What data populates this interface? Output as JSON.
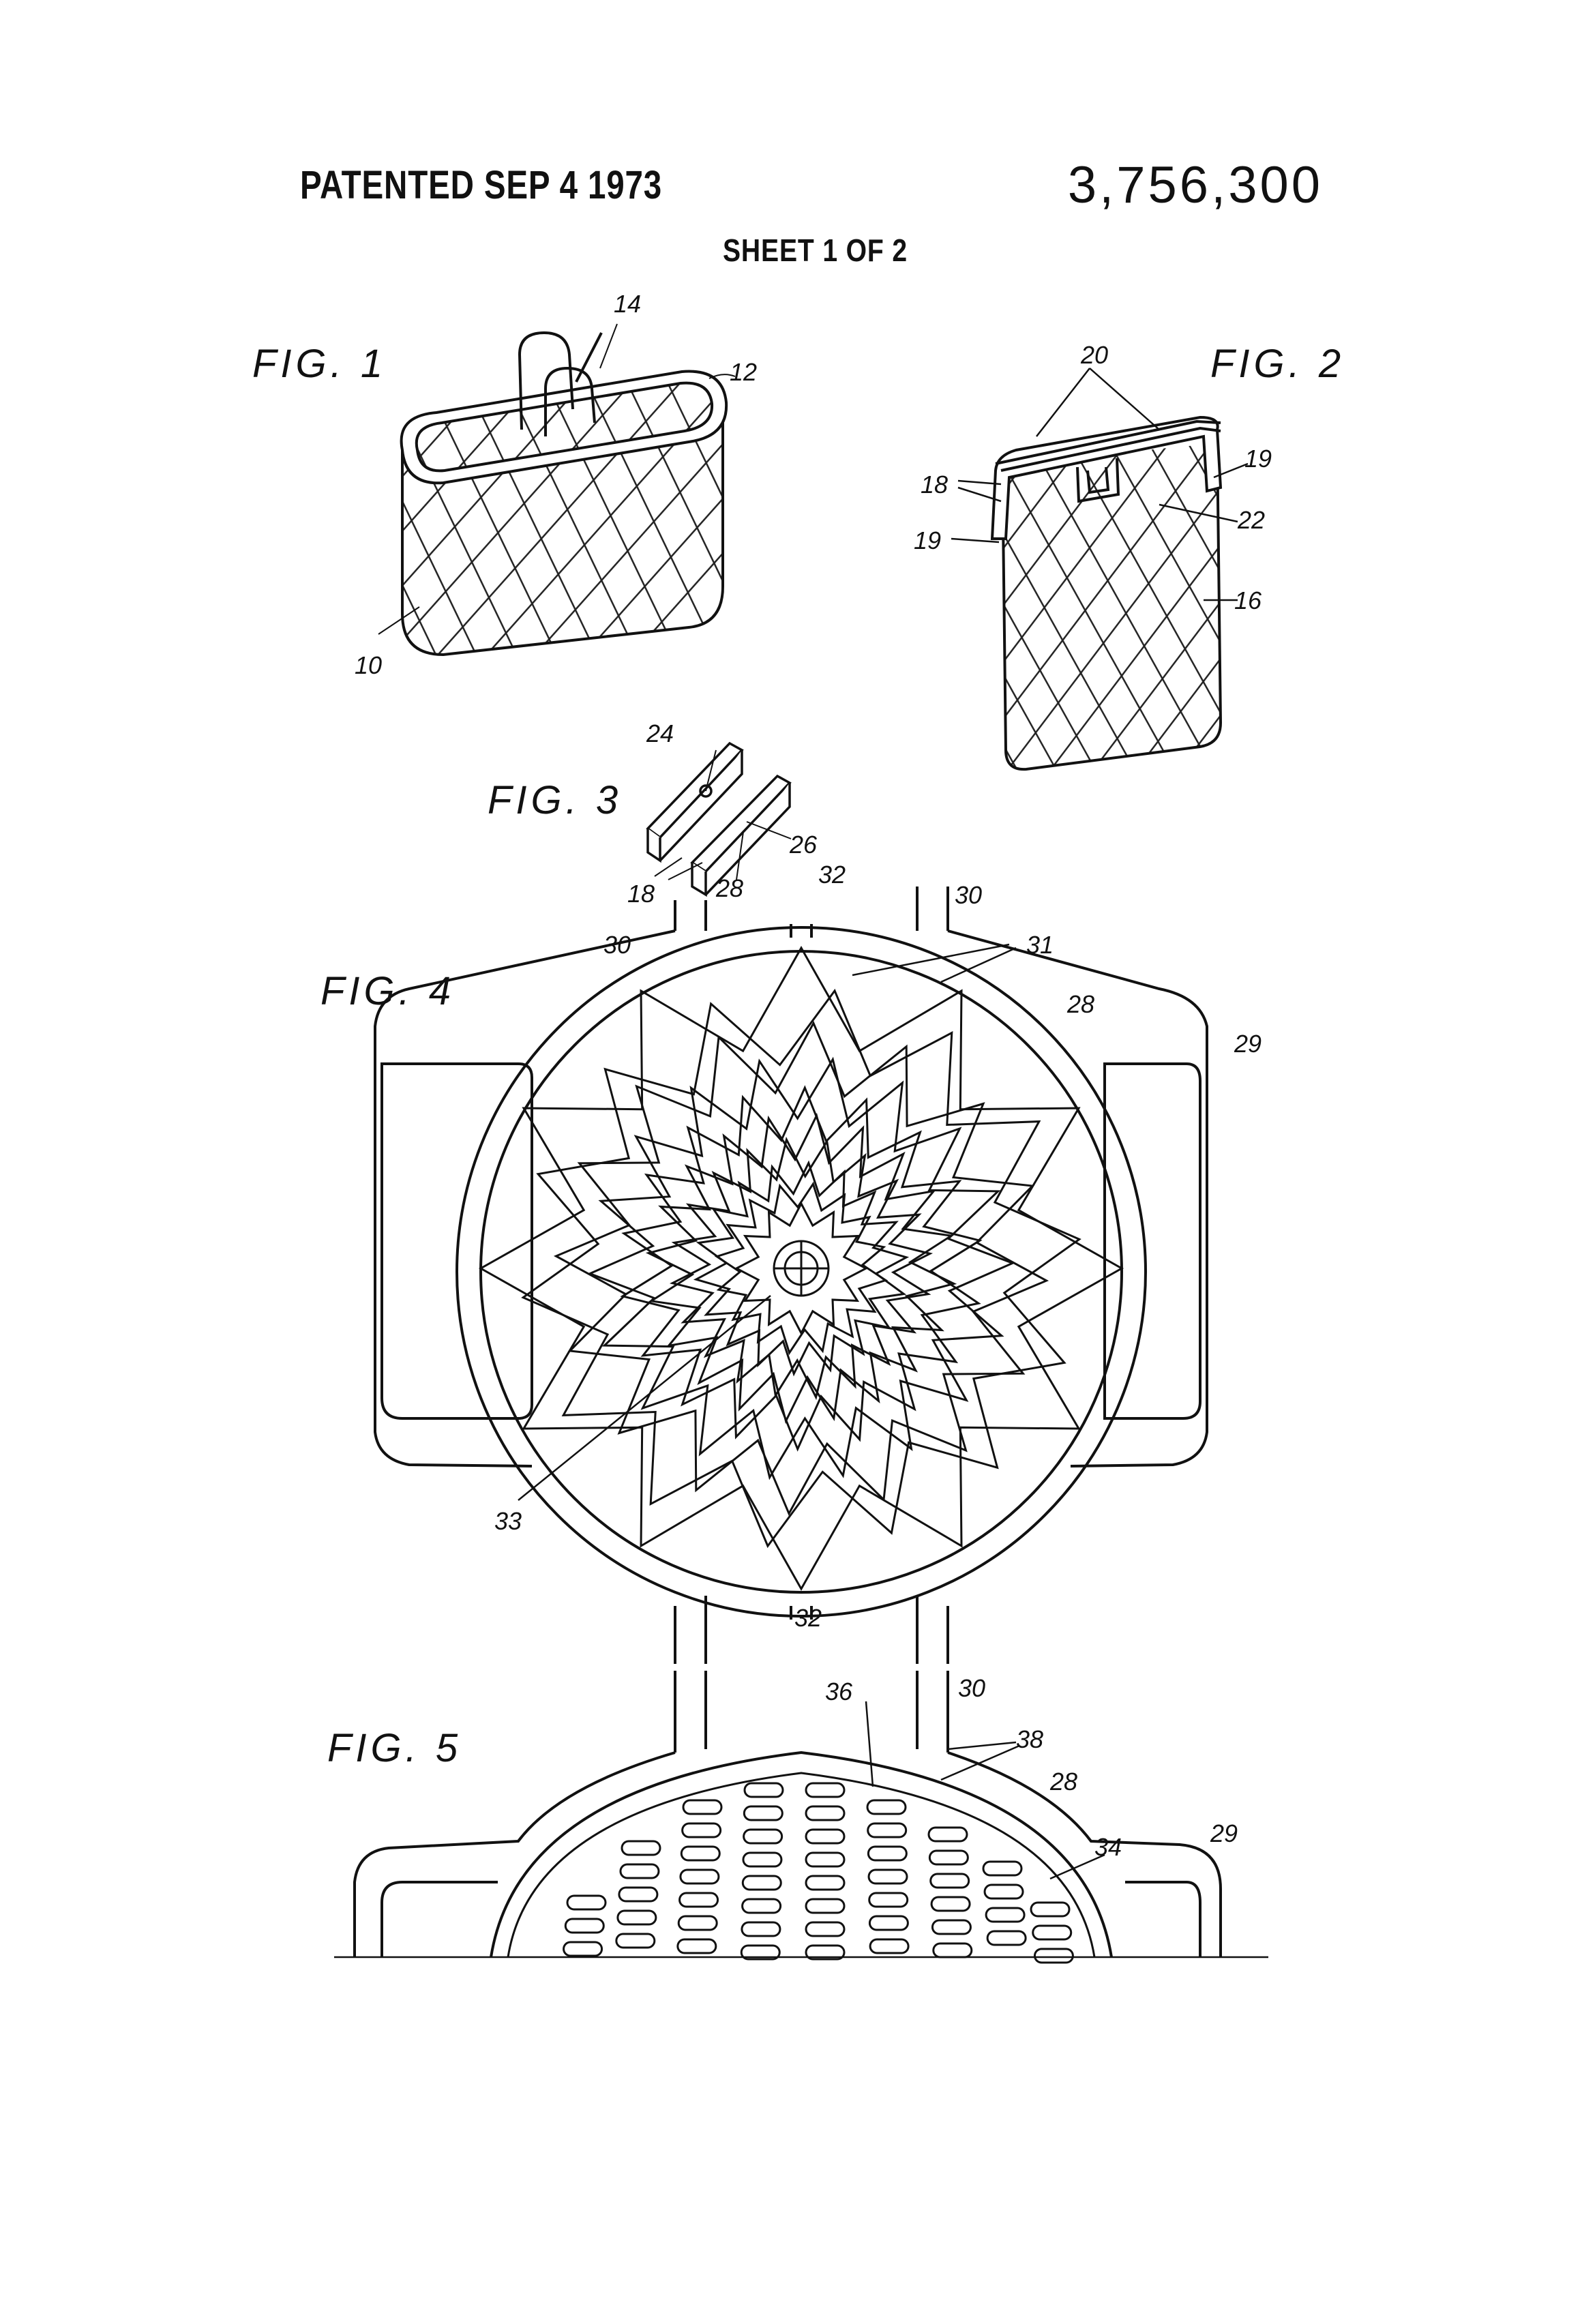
{
  "header": {
    "patented": "PATENTED SEP  4 1973",
    "patent_number": "3,756,300",
    "sheet": "SHEET 1 OF 2"
  },
  "figures": {
    "fig1": "FIG. 1",
    "fig2": "FIG. 2",
    "fig3": "FIG. 3",
    "fig4": "FIG. 4",
    "fig5": "FIG. 5"
  },
  "refs": {
    "fig1": [
      "14",
      "12",
      "10"
    ],
    "fig2": [
      "20",
      "18",
      "19",
      "19",
      "22",
      "16"
    ],
    "fig3": [
      "24",
      "26",
      "18",
      "28"
    ],
    "fig4": [
      "32",
      "30",
      "30",
      "31",
      "28",
      "29",
      "33",
      "32"
    ],
    "fig5": [
      "36",
      "30",
      "38",
      "28",
      "34",
      "29"
    ]
  }
}
